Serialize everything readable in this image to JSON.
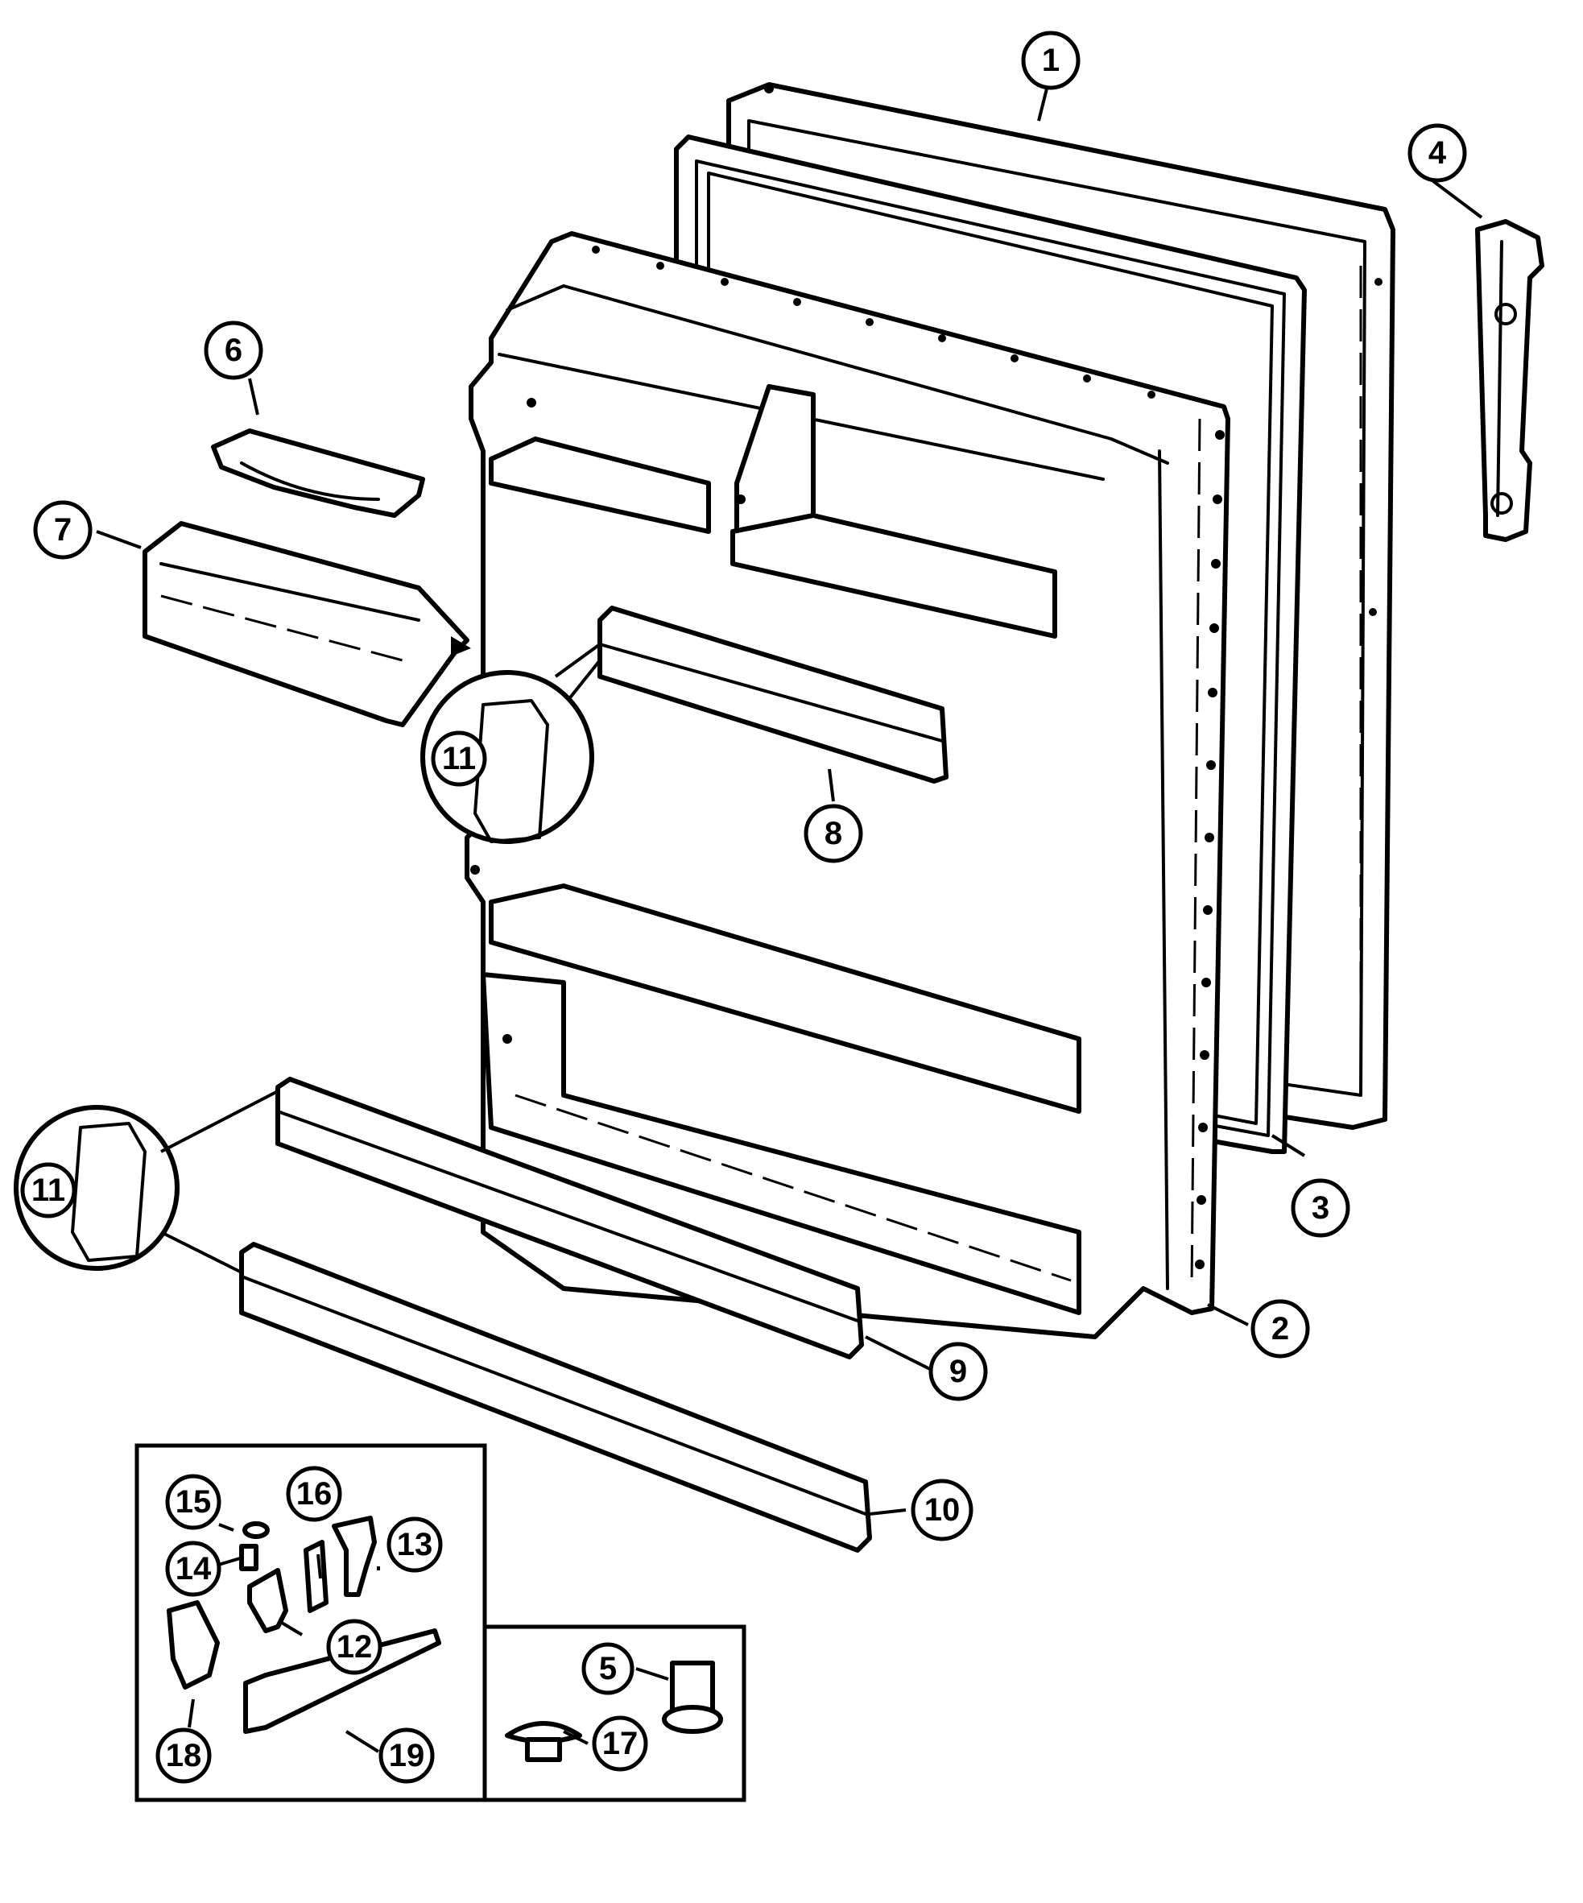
{
  "callouts": [
    {
      "id": "c1",
      "label": "1"
    },
    {
      "id": "c2",
      "label": "2"
    },
    {
      "id": "c3",
      "label": "3"
    },
    {
      "id": "c4",
      "label": "4"
    },
    {
      "id": "c5",
      "label": "5"
    },
    {
      "id": "c6",
      "label": "6"
    },
    {
      "id": "c7",
      "label": "7"
    },
    {
      "id": "c8",
      "label": "8"
    },
    {
      "id": "c9",
      "label": "9"
    },
    {
      "id": "c10",
      "label": "10"
    },
    {
      "id": "c11a",
      "label": "11"
    },
    {
      "id": "c11b",
      "label": "11"
    },
    {
      "id": "c12",
      "label": "12"
    },
    {
      "id": "c13",
      "label": "13"
    },
    {
      "id": "c14",
      "label": "14"
    },
    {
      "id": "c15",
      "label": "15"
    },
    {
      "id": "c16",
      "label": "16"
    },
    {
      "id": "c17",
      "label": "17"
    },
    {
      "id": "c18",
      "label": "18"
    },
    {
      "id": "c19",
      "label": "19"
    }
  ],
  "colors": {
    "line": "#000000",
    "background": "#ffffff"
  }
}
